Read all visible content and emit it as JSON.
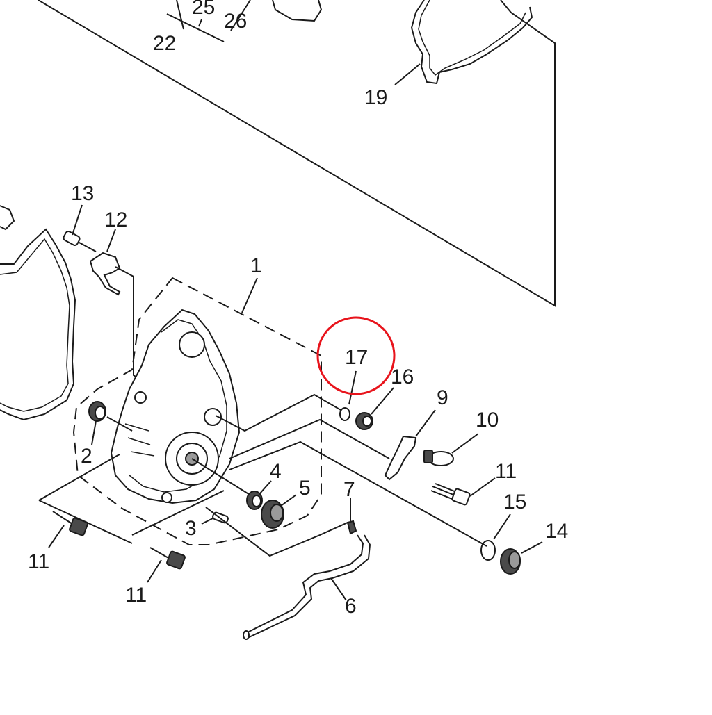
{
  "callouts": {
    "c1": "1",
    "c2": "2",
    "c3": "3",
    "c4": "4",
    "c5": "5",
    "c6": "6",
    "c7": "7",
    "c9": "9",
    "c10": "10",
    "c11a": "11",
    "c11b": "11",
    "c11c": "11",
    "c12": "12",
    "c13": "13",
    "c14": "14",
    "c15": "15",
    "c16": "16",
    "c17": "17",
    "c19": "19",
    "c22": "22",
    "c25": "25",
    "c26": "26"
  },
  "highlight": {
    "target": "17",
    "color": "#e8141c"
  },
  "colors": {
    "ink": "#1a1a1a",
    "background": "#ffffff"
  }
}
